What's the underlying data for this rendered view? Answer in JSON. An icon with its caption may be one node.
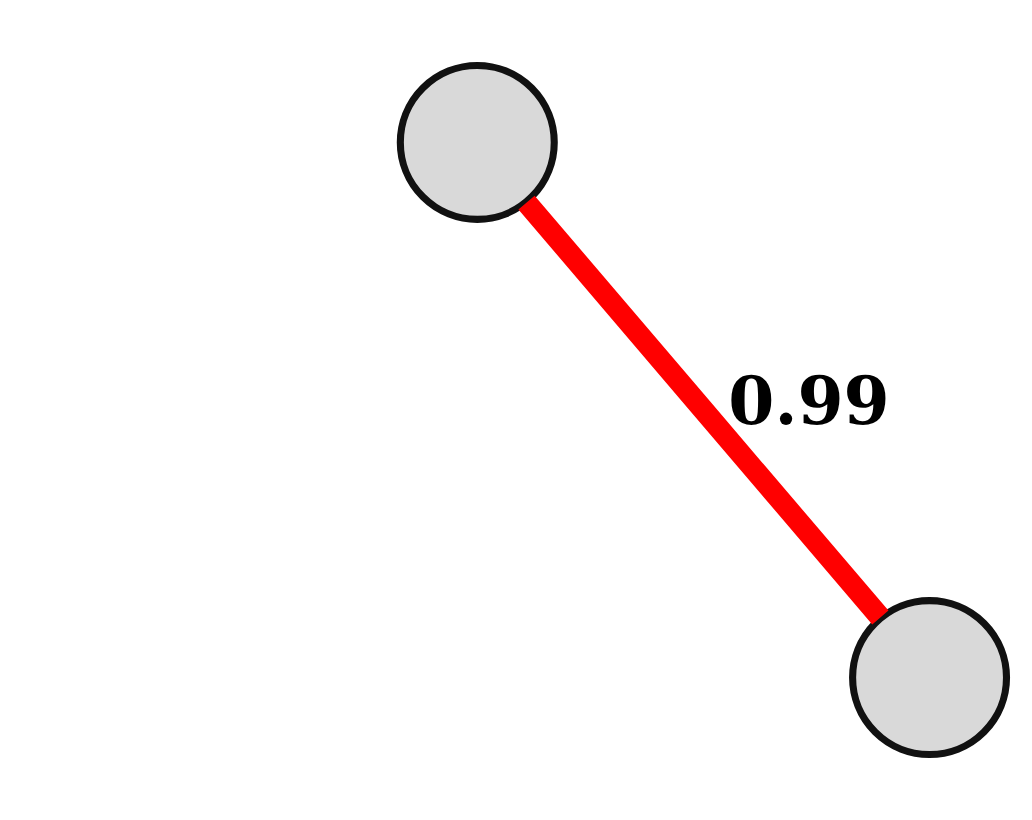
{
  "diagram": {
    "nodes": [
      {
        "text": [],
        "shape": "circle"
      },
      {
        "text": [],
        "shape": "circle"
      }
    ],
    "edges": [
      {
        "from": 0,
        "to": 1,
        "arrow": "none",
        "label": "0.99",
        "color": "#ff0000"
      }
    ]
  }
}
